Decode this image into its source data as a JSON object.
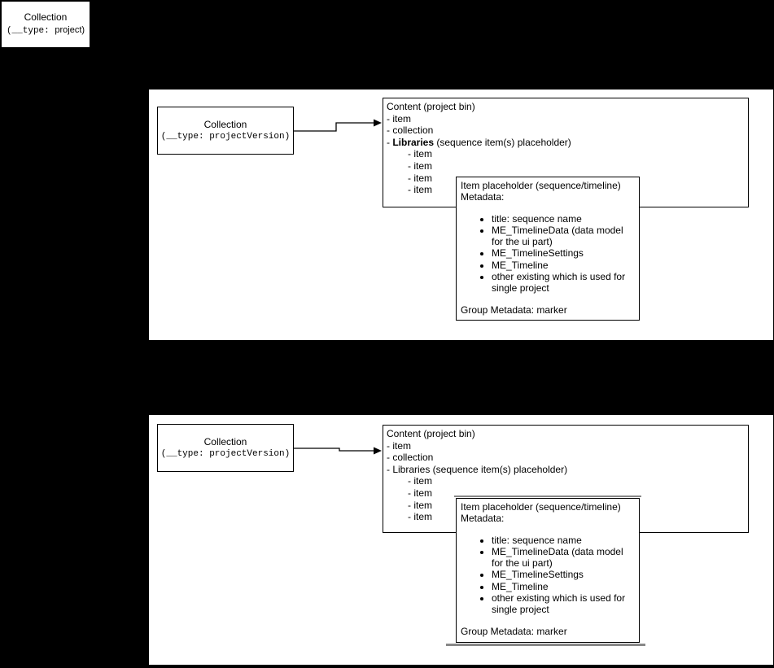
{
  "colors": {
    "background": "#000000",
    "panel": "#ffffff",
    "border": "#000000",
    "shadow_gray": "#888888"
  },
  "root_box": {
    "title": "Collection",
    "subtitle_mono": "(__type: ",
    "subtitle_rest": "project)"
  },
  "panels": [
    {
      "collection_box": {
        "title": "Collection",
        "subtitle": "(__type: projectVersion)"
      },
      "content_box": {
        "title": "Content (project bin)",
        "line_item": "- item",
        "line_collection": "- collection",
        "libraries_prefix": "- ",
        "libraries_name": "Libraries",
        "libraries_suffix": " (sequence item(s) placeholder)",
        "libraries_line": "- Libraries (sequence item(s) placeholder)",
        "sub_items": [
          "- item",
          "- item",
          "- item",
          "- item"
        ]
      },
      "item_box": {
        "title": "Item placeholder (sequence/timeline)",
        "metadata_label": "Metadata:",
        "bullets": [
          "title: sequence name",
          "ME_TimelineData (data model for the ui part)",
          "ME_TimelineSettings",
          "ME_Timeline",
          "other existing which is used for single project"
        ],
        "footer": "Group Metadata: marker"
      }
    },
    {
      "collection_box": {
        "title": "Collection",
        "subtitle": "(__type: projectVersion)"
      },
      "content_box": {
        "title": "Content (project bin)",
        "line_item": "- item",
        "line_collection": "- collection",
        "libraries_line": "- Libraries (sequence item(s) placeholder)",
        "sub_items": [
          "- item",
          "- item",
          "- item",
          "- item"
        ]
      },
      "item_box": {
        "title": "Item placeholder (sequence/timeline)",
        "metadata_label": "Metadata:",
        "bullets": [
          "title: sequence name",
          "ME_TimelineData (data model for the ui part)",
          "ME_TimelineSettings",
          "ME_Timeline",
          "other existing which is used for single project"
        ],
        "footer": "Group Metadata: marker"
      }
    }
  ]
}
